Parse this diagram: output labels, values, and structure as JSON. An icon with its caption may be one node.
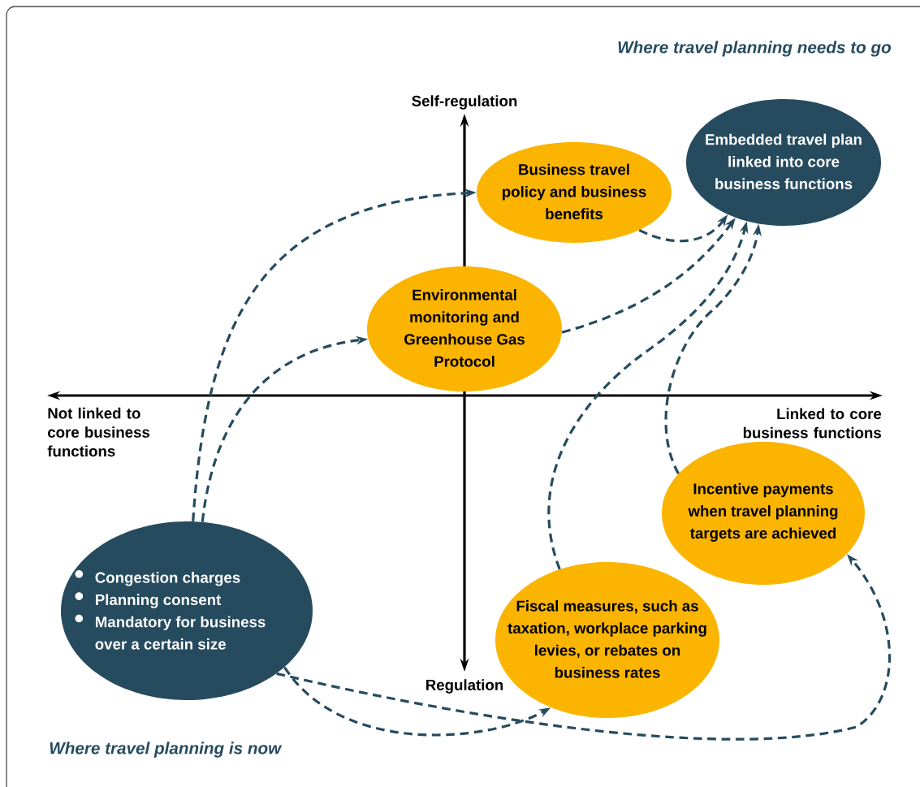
{
  "diagram": {
    "nodes": [
      {
        "text": [
          "Business travel policy and business benefits"
        ]
      },
      {
        "text": [
          "Embedded travel plan linked into core business functions"
        ]
      },
      {
        "text": [
          "Environmental monitoring and Greenhouse Gas Protocol"
        ]
      },
      {
        "text": [
          "Incentive payments when travel planning targets are achieved"
        ]
      },
      {
        "text": [
          "Congestion charges",
          "Planning consent",
          "Mandatory for business over a certain size"
        ]
      },
      {
        "text": [
          "Fiscal measures, such as taxation, workplace parking levies, or rebates on business rates"
        ]
      }
    ],
    "edges": [
      {
        "from": 4,
        "to": 0,
        "arrow": "to",
        "style": "dashed"
      },
      {
        "from": 4,
        "to": 2,
        "arrow": "to",
        "style": "dashed"
      },
      {
        "from": 4,
        "to": 5,
        "arrow": "to",
        "style": "dashed"
      },
      {
        "from": 4,
        "to": 3,
        "arrow": "to",
        "style": "dashed"
      },
      {
        "from": 0,
        "to": 1,
        "arrow": "to",
        "style": "dashed"
      },
      {
        "from": 2,
        "to": 1,
        "arrow": "to",
        "style": "dashed"
      },
      {
        "from": 5,
        "to": 1,
        "arrow": "to",
        "style": "dashed"
      },
      {
        "from": 3,
        "to": 1,
        "arrow": "to",
        "style": "dashed"
      }
    ],
    "labels": [
      "Where travel planning needs to go",
      "Self-regulation",
      "Not linked to core business functions",
      "Linked to core business functions",
      "Regulation",
      "Where travel planning is now"
    ]
  }
}
